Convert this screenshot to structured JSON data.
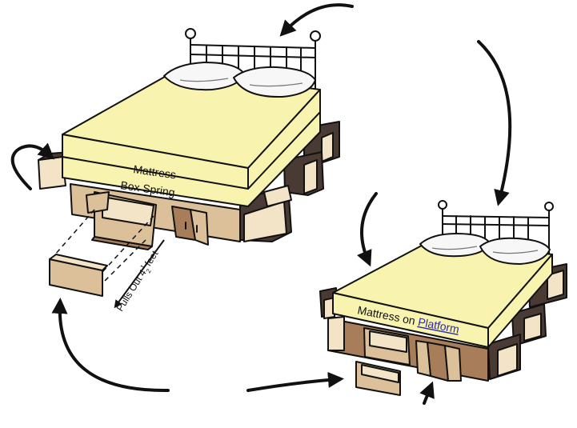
{
  "labels": {
    "mattress": "Mattress",
    "box_spring": "Box Spring",
    "pulls_out": "Pulls Out 4",
    "fraction_num": "1",
    "fraction_den": "2",
    "feet": "feet",
    "mattress_on": "Mattress on ",
    "platform_link": "Platform"
  },
  "colors": {
    "mattress": "#f9f3b0",
    "wood_light": "#f3e3c7",
    "wood_tan": "#dcc09a",
    "wood_dark": "#a87d5a",
    "drawer_dark": "#4a3a34",
    "outline": "#111111"
  }
}
